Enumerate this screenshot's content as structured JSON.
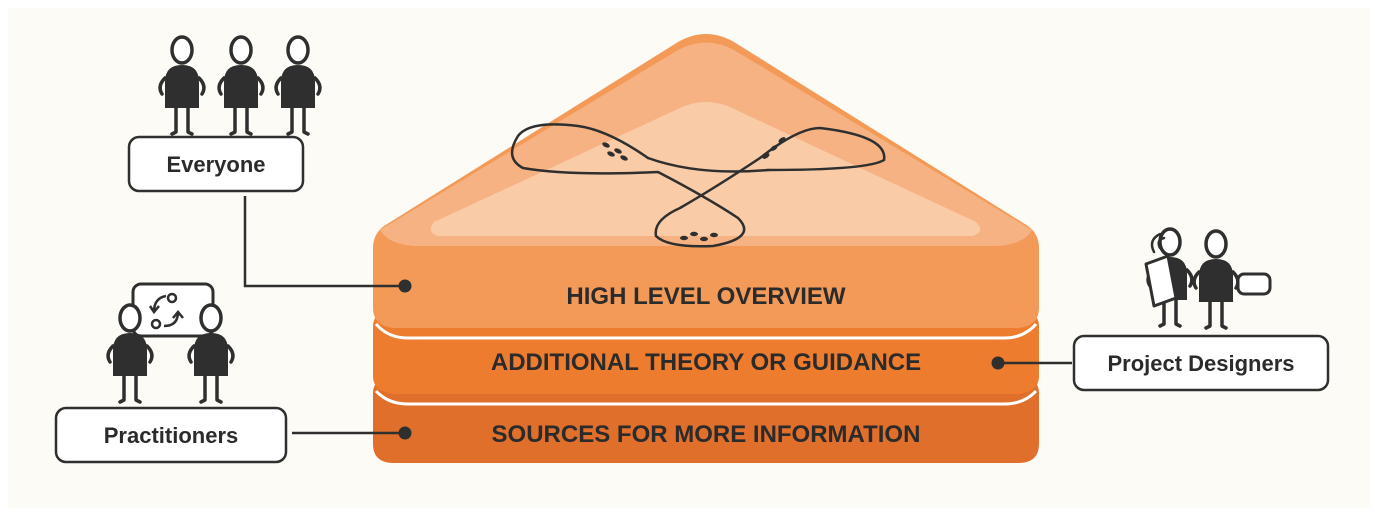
{
  "diagram": {
    "layers": {
      "top": "HIGH LEVEL OVERVIEW",
      "middle": "ADDITIONAL THEORY OR GUIDANCE",
      "bottom": "SOURCES FOR MORE INFORMATION"
    },
    "audiences": {
      "everyone": "Everyone",
      "practitioners": "Practitioners",
      "designers": "Project Designers"
    },
    "colors": {
      "background": "#fcfbf5",
      "layer_top": "#f39a58",
      "layer_middle": "#ee7c2e",
      "layer_bottom": "#e06f2c",
      "pyramid_light": "#f6b283",
      "pyramid_inner": "#f9cba7",
      "ink": "#2f2f2f",
      "label_text": "#2b2b2b"
    },
    "icons": [
      "person-icon",
      "whiteboard-icon",
      "clipboard-icon",
      "footprints-icon"
    ]
  }
}
